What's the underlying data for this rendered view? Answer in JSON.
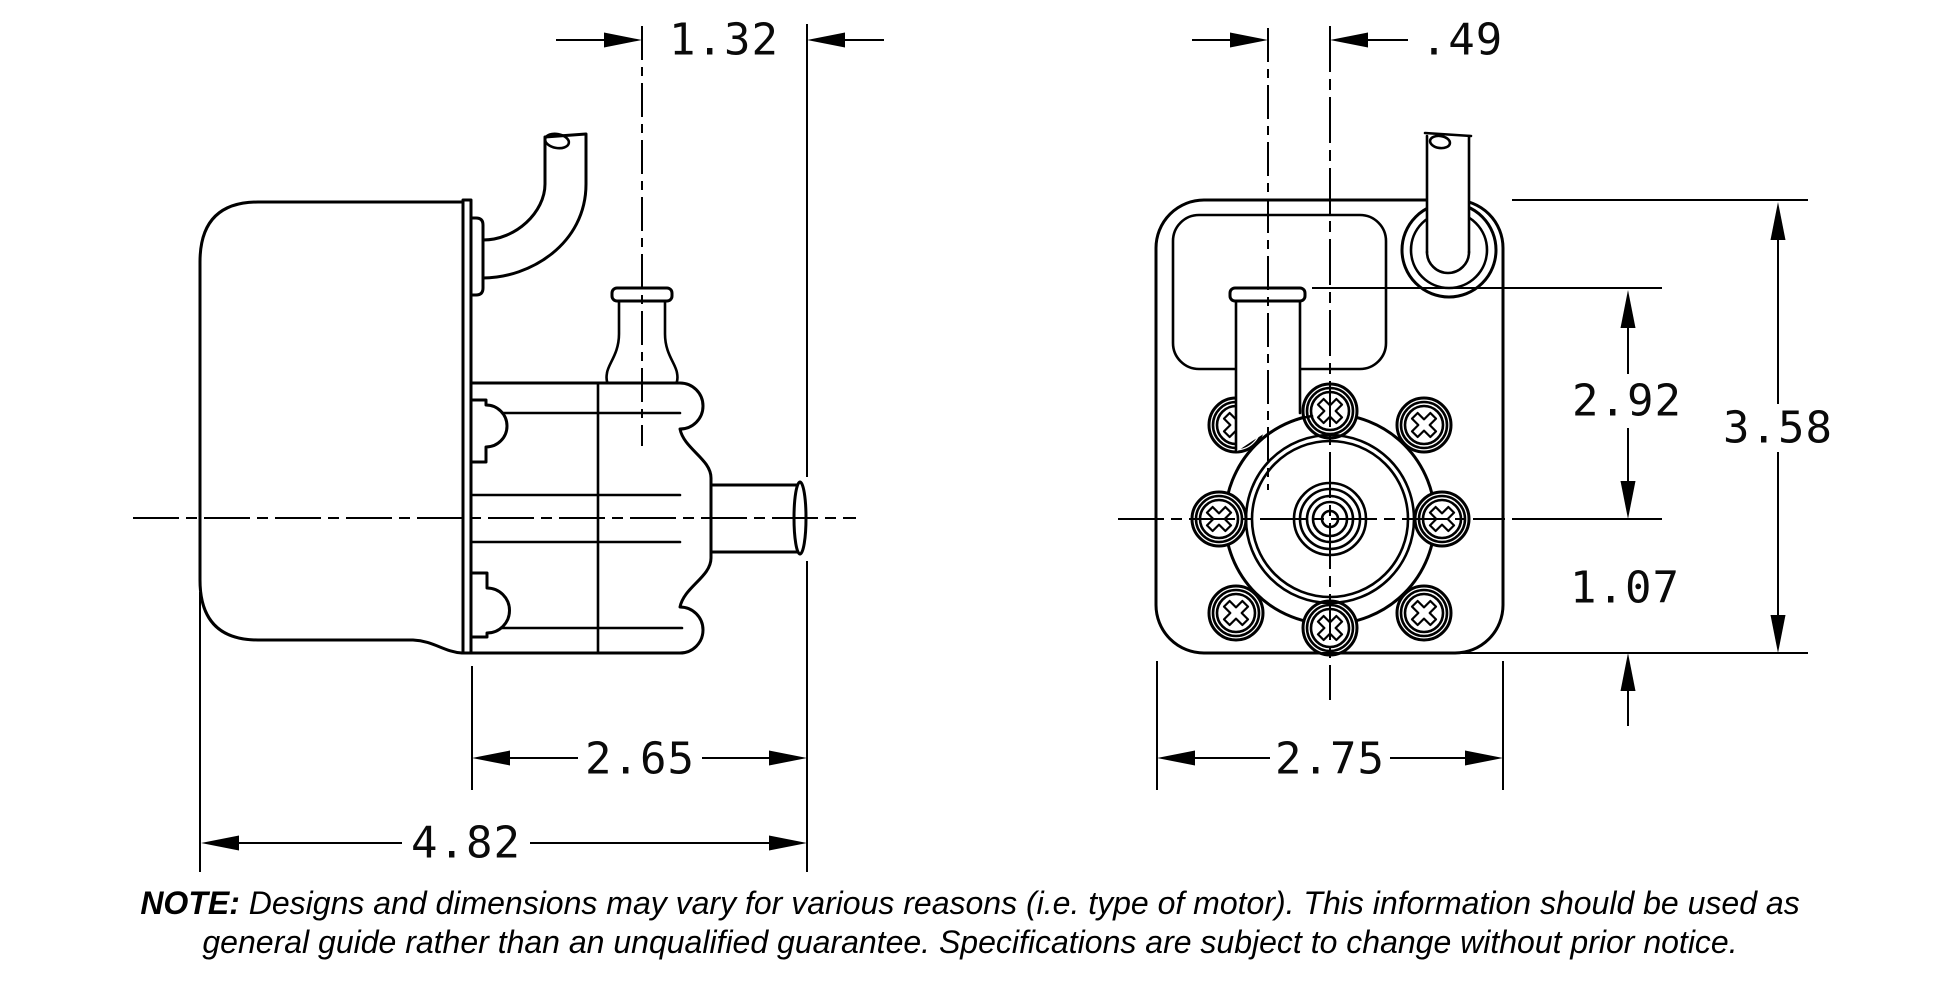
{
  "drawing": {
    "background": "#ffffff",
    "line_color": "#000000",
    "dimensions": {
      "side": {
        "port_to_shaft_end": "1.32",
        "pump_length": "2.65",
        "overall_length": "4.82"
      },
      "front": {
        "port_to_center": ".49",
        "port_top_to_centerline": "2.92",
        "overall_height": "3.58",
        "centerline_to_bottom": "1.07",
        "overall_width": "2.75"
      }
    },
    "note": {
      "label": "NOTE:",
      "line1": " Designs and dimensions may vary for various reasons (i.e. type of motor).  This information should be used as",
      "line2": "general guide rather than an unqualified guarantee.  Specifications are subject to change without prior notice."
    }
  }
}
